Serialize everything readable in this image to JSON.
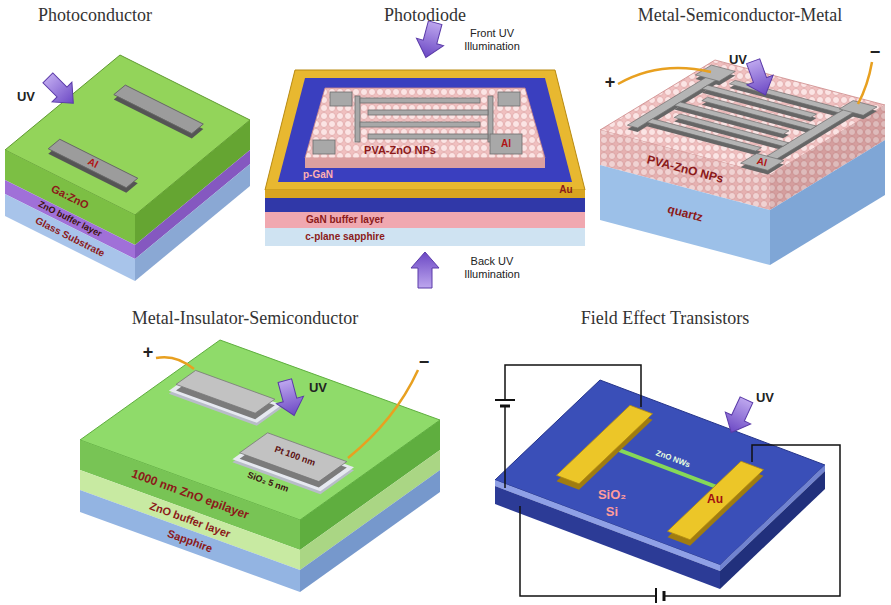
{
  "diagram": {
    "labels": [
      "Photoconductor",
      "UV",
      "Al",
      "Ga:ZnO",
      "ZnO buffer layer",
      "Glass Substrate",
      "Photodiode",
      "Front UV Illumination",
      "PVA-ZnO NPs",
      "Al",
      "p-GaN",
      "Au",
      "GaN buffer layer",
      "c-plane sapphire",
      "Back UV Illumination",
      "Metal-Semiconductor-Metal",
      "UV",
      "+",
      "−",
      "Al",
      "PVA-ZnO NPs",
      "quartz",
      "Metal-Insulator-Semiconductor",
      "+",
      "−",
      "UV",
      "Pt 100 nm",
      "SiO₂ 5 nm",
      "1000 nm ZnO epilayer",
      "ZnO buffer layer",
      "Sapphire",
      "Field Effect Transistors",
      "UV",
      "ZnO NWs",
      "Au",
      "SiO₂",
      "Si"
    ]
  }
}
